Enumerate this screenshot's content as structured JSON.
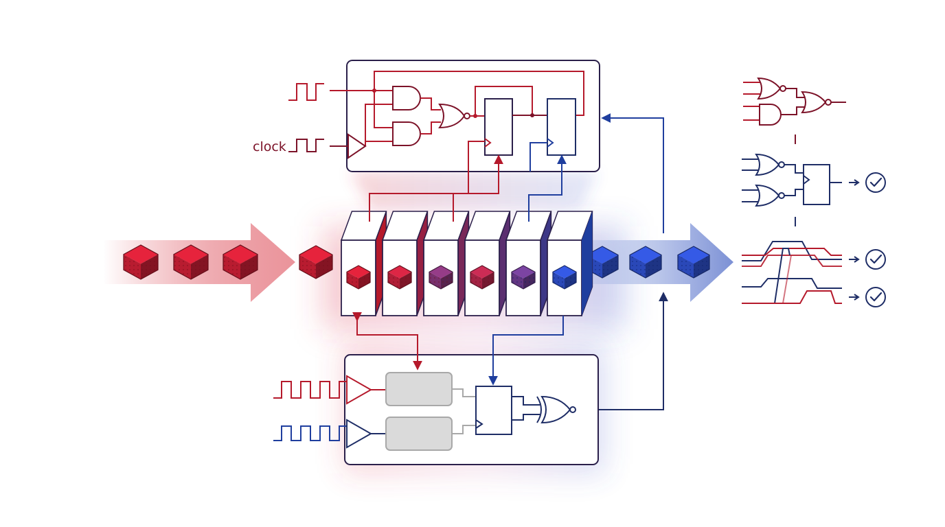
{
  "labels": {
    "clock": "clock"
  },
  "colors": {
    "red": "#b5192b",
    "dark_red": "#7c1228",
    "blue": "#1f3e9e",
    "navy": "#1e2d66",
    "gray_fill": "#dadada",
    "gray_stroke": "#a8a8a8",
    "stage_stroke": "#2a1f4a"
  },
  "icons": {
    "input_token": "red-cube-icon",
    "output_token": "blue-cube-icon",
    "check": "check-circle-icon"
  },
  "pipeline": {
    "stage_count": 6,
    "input_token_count": 4,
    "output_token_count": 3,
    "stage_token_blend": [
      0,
      0.05,
      0.45,
      0.15,
      0.6,
      1
    ]
  }
}
